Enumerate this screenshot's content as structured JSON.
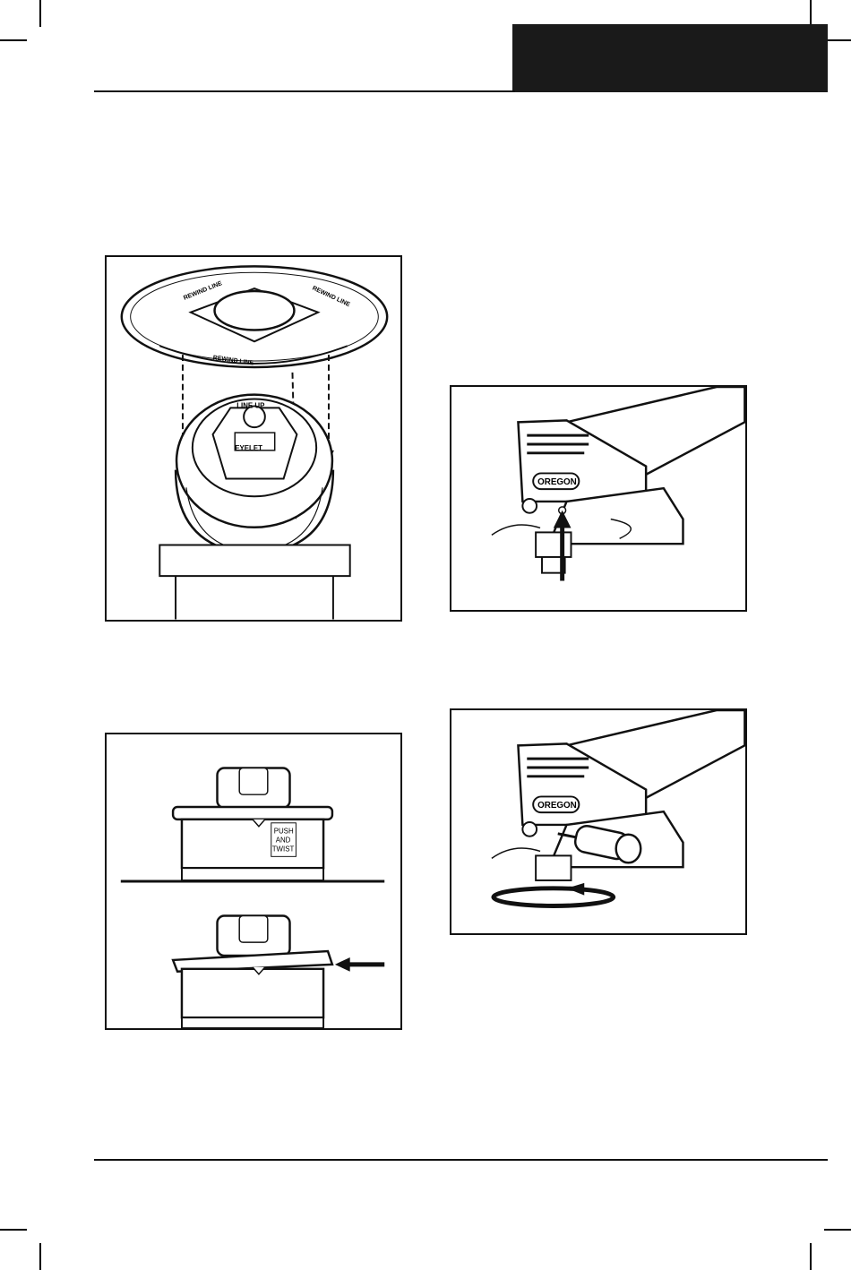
{
  "figure_1": {
    "ring_text_top_left": "REWIND LINE",
    "ring_text_top_right": "REWIND LINE",
    "ring_text_bottom": "REWIND LINE",
    "hub_text_top": "LINE UP",
    "hub_text_bottom": "EYELET"
  },
  "figure_2": {
    "brand": "OREGON"
  },
  "figure_3": {
    "label_line1": "PUSH",
    "label_line2": "AND",
    "label_line3": "TWIST"
  },
  "figure_4": {
    "brand": "OREGON"
  }
}
